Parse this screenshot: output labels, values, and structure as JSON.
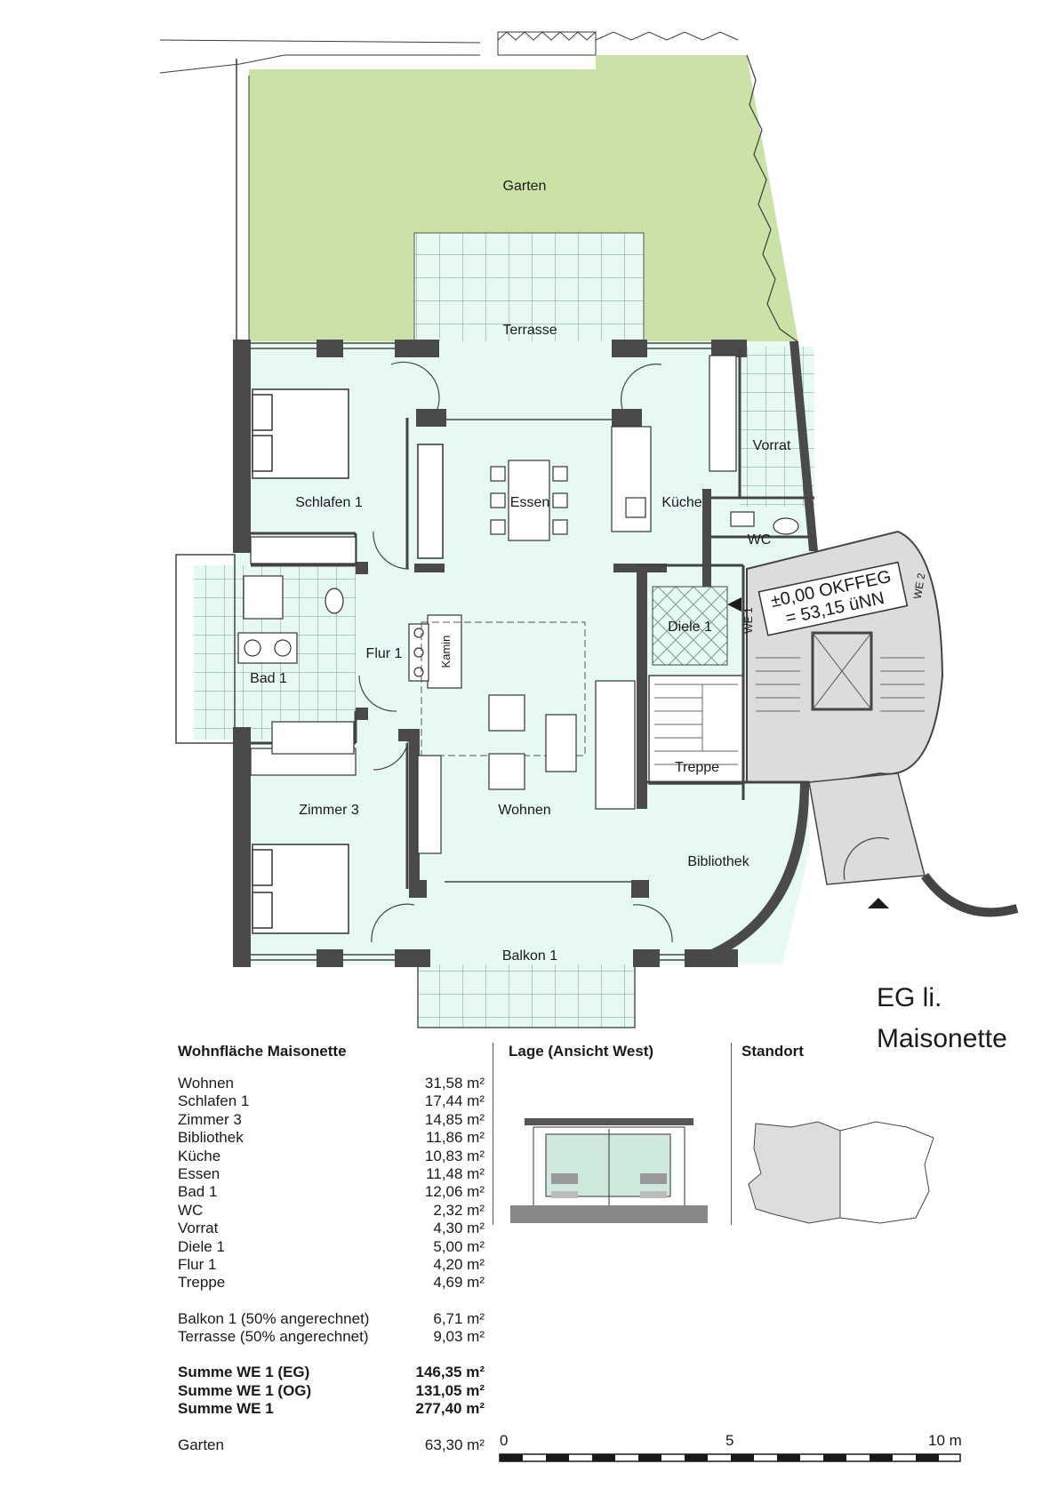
{
  "rooms": {
    "garten": "Garten",
    "terrasse": "Terrasse",
    "schlafen1": "Schlafen 1",
    "essen": "Essen",
    "kueche": "Küche",
    "vorrat": "Vorrat",
    "wc": "WC",
    "bad1": "Bad 1",
    "flur1": "Flur 1",
    "kamin": "Kamin",
    "diele1": "Diele 1",
    "treppe": "Treppe",
    "zimmer3": "Zimmer 3",
    "wohnen": "Wohnen",
    "bibliothek": "Bibliothek",
    "balkon1": "Balkon 1",
    "we1": "WE 1",
    "we2": "WE 2"
  },
  "level_note": {
    "line1": "±0,00 OKFFEG",
    "line2": "= 53,15 üNN"
  },
  "unit_title": {
    "line1": "EG li.",
    "line2": "Maisonette"
  },
  "areas": {
    "heading": "Wohnfläche Maisonette",
    "rows": [
      {
        "label": "Wohnen",
        "value": "31,58 m²"
      },
      {
        "label": "Schlafen 1",
        "value": "17,44 m²"
      },
      {
        "label": "Zimmer 3",
        "value": "14,85 m²"
      },
      {
        "label": "Bibliothek",
        "value": "11,86 m²"
      },
      {
        "label": "Küche",
        "value": "10,83 m²"
      },
      {
        "label": "Essen",
        "value": "11,48 m²"
      },
      {
        "label": "Bad 1",
        "value": "12,06 m²"
      },
      {
        "label": "WC",
        "value": "2,32 m²"
      },
      {
        "label": "Vorrat",
        "value": "4,30 m²"
      },
      {
        "label": "Diele 1",
        "value": "5,00 m²"
      },
      {
        "label": "Flur 1",
        "value": "4,20 m²"
      },
      {
        "label": "Treppe",
        "value": "4,69 m²"
      }
    ],
    "outdoor": [
      {
        "label": "Balkon 1 (50% angerechnet)",
        "value": "6,71 m²"
      },
      {
        "label": "Terrasse (50% angerechnet)",
        "value": "9,03 m²"
      }
    ],
    "sums": [
      {
        "label": "Summe WE 1 (EG)",
        "value": "146,35 m²"
      },
      {
        "label": "Summe WE 1 (OG)",
        "value": "131,05 m²"
      },
      {
        "label": "Summe WE 1",
        "value": "277,40 m²"
      }
    ],
    "garden": {
      "label": "Garten",
      "value": "63,30 m²"
    }
  },
  "panels": {
    "lage": "Lage (Ansicht West)",
    "standort": "Standort"
  },
  "scale": {
    "zero": "0",
    "mid": "5",
    "end": "10 m"
  },
  "colors": {
    "garden_green": "#cbe2a6",
    "interior_mint": "#e6faf1",
    "wall": "#4a4a4a",
    "stair_grey": "#dcdcdc",
    "tile_line": "#7a9c8e"
  }
}
